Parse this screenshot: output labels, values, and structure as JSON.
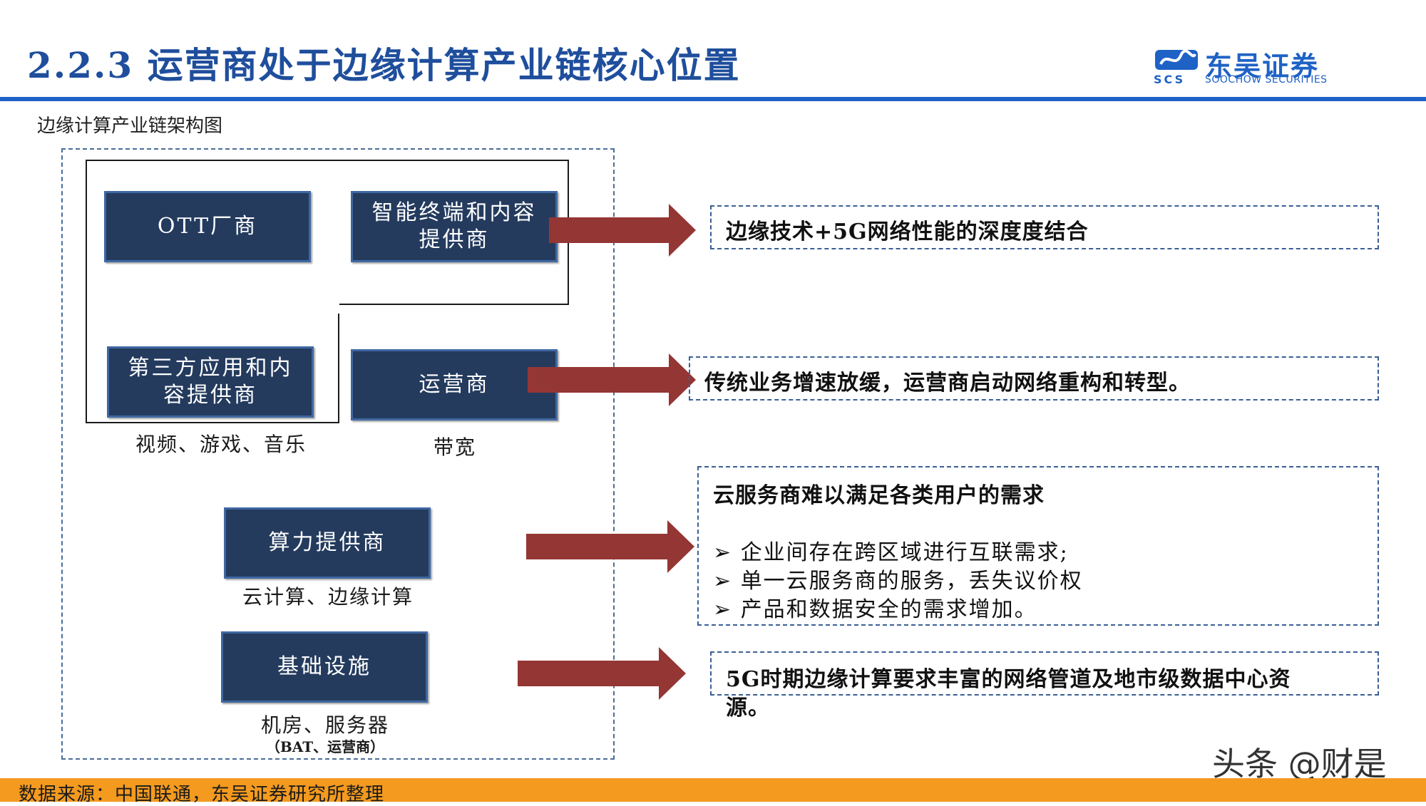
{
  "header": {
    "title": "2.2.3 运营商处于边缘计算产业链核心位置",
    "logo_name": "东吴证券",
    "logo_sub": "SOOCHOW SECURITIES",
    "logo_mark": "SCS"
  },
  "subtitle": "边缘计算产业链架构图",
  "diagram": {
    "boxes": {
      "ott": "OTT厂商",
      "terminal_line1": "智能终端和内容",
      "terminal_line2": "提供商",
      "third_line1": "第三方应用和内",
      "third_line2": "容提供商",
      "operator": "运营商",
      "compute": "算力提供商",
      "infra": "基础设施"
    },
    "captions": {
      "media": "视频、游戏、音乐",
      "bandwidth": "带宽",
      "cloud": "云计算、边缘计算",
      "server": "机房、服务器",
      "infra_owner": "（BAT、运营商）"
    }
  },
  "right_panel": {
    "box1": "边缘技术+5G网络性能的深度度结合",
    "box2": "传统业务增速放缓，运营商启动网络重构和转型。",
    "box3_title": "云服务商难以满足各类用户的需求",
    "box3_bullets": [
      "企业间存在跨区域进行互联需求;",
      "单一云服务商的服务，丢失议价权",
      "产品和数据安全的需求增加。"
    ],
    "bullet_glyph": "➢",
    "box4_line1": "5G时期边缘计算要求丰富的网络管道及地市级数据中心资",
    "box4_line2": "源。"
  },
  "footer": "数据来源：中国联通，东吴证券研究所整理",
  "watermark": "头条 @财是",
  "colors": {
    "title_blue": "#1f4e9c",
    "box_fill": "#243b5e",
    "arrow_red": "#943634",
    "footer_orange": "#f39a1f"
  }
}
